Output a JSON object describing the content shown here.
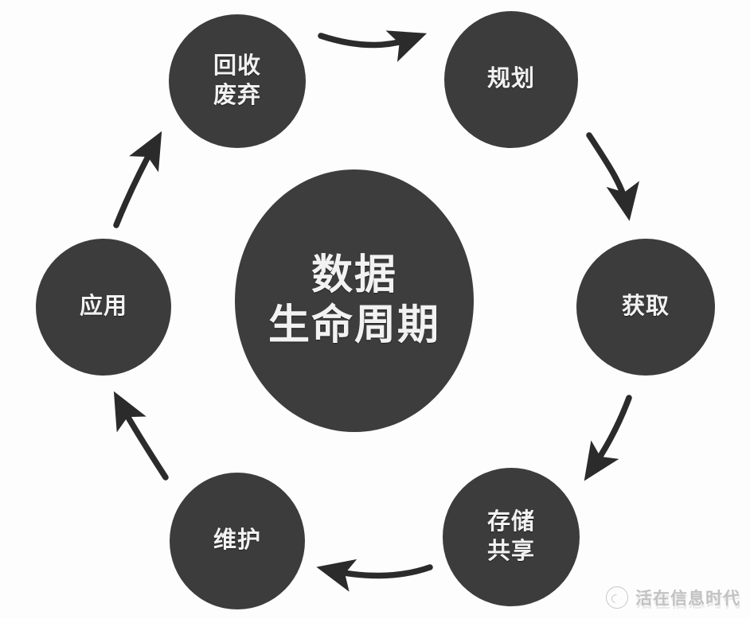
{
  "diagram": {
    "title": "数据生命周期",
    "center": {
      "label": "数据\n生命周期",
      "line1": "数据",
      "line2": "生命周期"
    },
    "nodes": [
      {
        "id": "recycle",
        "label": "回收\n废弃",
        "order": 6,
        "angle_deg": 300
      },
      {
        "id": "plan",
        "label": "规划",
        "order": 1,
        "angle_deg": 240
      },
      {
        "id": "acquire",
        "label": "获取",
        "order": 2,
        "angle_deg": 0
      },
      {
        "id": "store",
        "label": "存储\n共享",
        "order": 3,
        "angle_deg": 60
      },
      {
        "id": "maintain",
        "label": "维护",
        "order": 4,
        "angle_deg": 120
      },
      {
        "id": "apply",
        "label": "应用",
        "order": 5,
        "angle_deg": 180
      }
    ],
    "arrows": [
      {
        "id": "arrow-recycle-to-plan",
        "from": "recycle",
        "to": "plan",
        "direction": "right"
      },
      {
        "id": "arrow-plan-to-acquire",
        "from": "plan",
        "to": "acquire",
        "direction": "down-right"
      },
      {
        "id": "arrow-acquire-to-store",
        "from": "acquire",
        "to": "store",
        "direction": "down-left"
      },
      {
        "id": "arrow-store-to-maintain",
        "from": "store",
        "to": "maintain",
        "direction": "left"
      },
      {
        "id": "arrow-maintain-to-apply",
        "from": "maintain",
        "to": "apply",
        "direction": "up-left"
      },
      {
        "id": "arrow-apply-to-recycle",
        "from": "apply",
        "to": "recycle",
        "direction": "up-right"
      }
    ],
    "colors": {
      "node_fill": "#3c3c3c",
      "center_fill": "#3d3d3d",
      "label_text": "#f2f2f2",
      "arrow": "#2b2b2b",
      "background": "#fdfdfd",
      "watermark_text": "#8d8d8d"
    }
  },
  "watermark": {
    "text": "活在信息时代",
    "logo_icon": "circle-logo-icon"
  }
}
